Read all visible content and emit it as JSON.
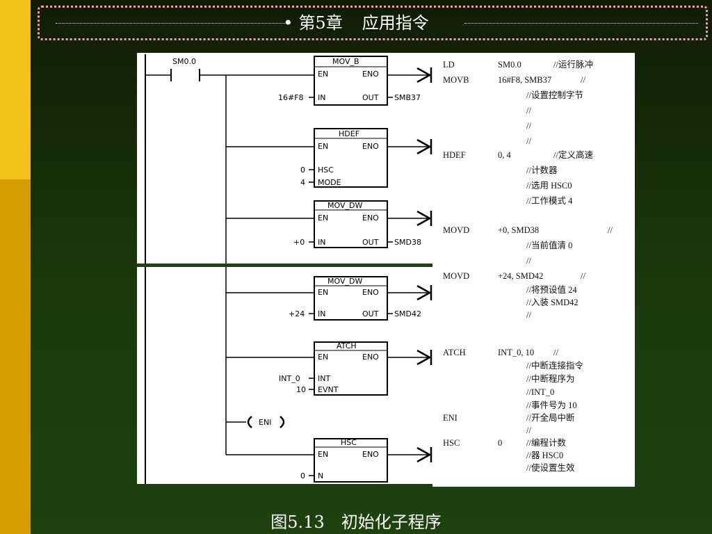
{
  "header": {
    "bullet": "•",
    "chapter": "第5章",
    "title": "应用指令"
  },
  "ladder": {
    "contact_label": "SM0.0",
    "blocks": {
      "movb": {
        "name": "MOV_B",
        "en": "EN",
        "eno": "ENO",
        "in": "IN",
        "out": "OUT",
        "in_value": "16#F8",
        "out_value": "SMB37"
      },
      "hdef": {
        "name": "HDEF",
        "en": "EN",
        "eno": "ENO",
        "hsc": "HSC",
        "mode": "MODE",
        "hsc_value": "0",
        "mode_value": "4"
      },
      "movdw1": {
        "name": "MOV_DW",
        "en": "EN",
        "eno": "ENO",
        "in": "IN",
        "out": "OUT",
        "in_value": "+0",
        "out_value": "SMD38"
      },
      "movdw2": {
        "name": "MOV_DW",
        "en": "EN",
        "eno": "ENO",
        "in": "IN",
        "out": "OUT",
        "in_value": "+24",
        "out_value": "SMD42"
      },
      "atch": {
        "name": "ATCH",
        "en": "EN",
        "eno": "ENO",
        "int": "INT",
        "evnt": "EVNT",
        "int_value": "INT_0",
        "evnt_value": "10"
      },
      "eni": {
        "name": "ENI"
      },
      "hsc": {
        "name": "HSC",
        "en": "EN",
        "eno": "ENO",
        "n": "N",
        "n_value": "0"
      }
    }
  },
  "stl": {
    "lines": [
      {
        "op": "LD",
        "arg": "SM0.0",
        "comment": "//运行脉冲"
      },
      {
        "op": "MOVB",
        "arg": "16#F8, SMB37",
        "comment": "//"
      },
      {
        "op": "",
        "arg": "",
        "comment": "//设置控制字节"
      },
      {
        "op": "",
        "arg": "",
        "comment": "//"
      },
      {
        "op": "",
        "arg": "",
        "comment": "//"
      },
      {
        "op": "",
        "arg": "",
        "comment": "//"
      },
      {
        "op": "HDEF",
        "arg": "0, 4",
        "comment": "//定义高速"
      },
      {
        "op": "",
        "arg": "",
        "comment": "//计数器"
      },
      {
        "op": "",
        "arg": "",
        "comment": "//选用 HSC0"
      },
      {
        "op": "",
        "arg": "",
        "comment": "//工作模式 4"
      },
      {
        "op": "MOVD",
        "arg": "+0, SMD38",
        "comment": "//"
      },
      {
        "op": "",
        "arg": "",
        "comment": "//当前值清 0"
      },
      {
        "op": "",
        "arg": "",
        "comment": "//"
      },
      {
        "op": "MOVD",
        "arg": "+24, SMD42",
        "comment": "//"
      },
      {
        "op": "",
        "arg": "",
        "comment": "//将预设值 24"
      },
      {
        "op": "",
        "arg": "",
        "comment": "//入装 SMD42"
      },
      {
        "op": "",
        "arg": "",
        "comment": "//"
      },
      {
        "op": "ATCH",
        "arg": "INT_0, 10",
        "comment": "//"
      },
      {
        "op": "",
        "arg": "",
        "comment": "//中断连接指令"
      },
      {
        "op": "",
        "arg": "",
        "comment": "//中断程序为"
      },
      {
        "op": "",
        "arg": "",
        "comment": "//INT_0"
      },
      {
        "op": "",
        "arg": "",
        "comment": "//事件号为 10"
      },
      {
        "op": "ENI",
        "arg": "",
        "comment": "//开全局中断"
      },
      {
        "op": "",
        "arg": "",
        "comment": "//"
      },
      {
        "op": "HSC",
        "arg": "0",
        "comment": "//编程计数"
      },
      {
        "op": "",
        "arg": "",
        "comment": "//器 HSC0"
      },
      {
        "op": "",
        "arg": "",
        "comment": "//使设置生效"
      }
    ]
  },
  "caption": "图5.13　初始化子程序"
}
